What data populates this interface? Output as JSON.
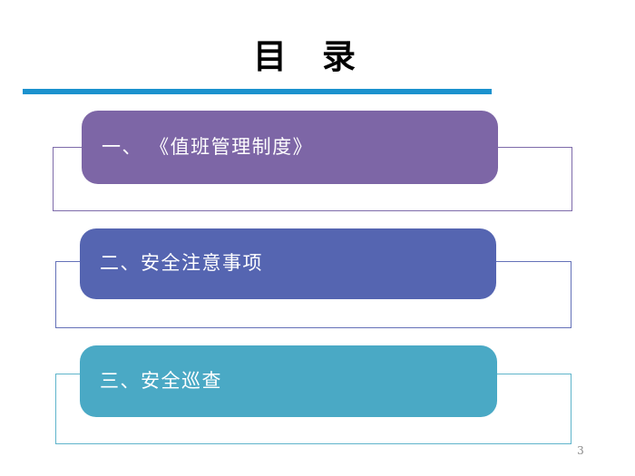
{
  "slide": {
    "title": "目　录",
    "accent_rule_color": "#1b92ce",
    "page_number": "3",
    "background_color": "#ffffff"
  },
  "toc": {
    "items": [
      {
        "label": "一、 《值班管理制度》",
        "fill_color": "#7d66a6",
        "outline_color": "#7e6baa",
        "text_color": "#ffffff"
      },
      {
        "label": "二、安全注意事项",
        "fill_color": "#5565b1",
        "outline_color": "#6471b8",
        "text_color": "#ffffff"
      },
      {
        "label": "三、安全巡查",
        "fill_color": "#4aa9c5",
        "outline_color": "#5fb4cb",
        "text_color": "#ffffff"
      }
    ]
  }
}
